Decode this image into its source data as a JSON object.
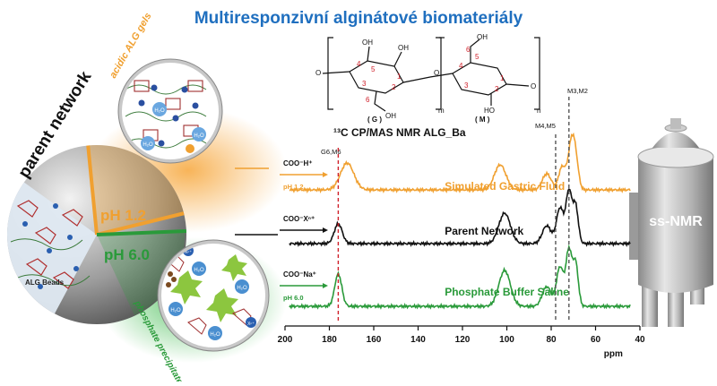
{
  "header": {
    "title": "Multiresponzivní alginátové biomateriály"
  },
  "sphere": {
    "main_label": "parent network",
    "acidic_label": "acidic ALG gels",
    "ph_acid": "pH 1.2",
    "ph_neutral": "pH 6.0",
    "beads_label": "ALG Beads",
    "precip_label": "phosphate precipitates",
    "h2o": "H₂O",
    "ion_label": "Xⁿ⁺"
  },
  "structure": {
    "unit_g": "( G )",
    "unit_m": "( M )",
    "sub_m": "m",
    "sub_n": "n",
    "oh": "OH",
    "oh_left": "HO",
    "o": "O",
    "carbon_numbers": [
      "1",
      "2",
      "3",
      "4",
      "5",
      "6"
    ]
  },
  "nmr": {
    "title": "¹³C CP/MAS NMR ALG_Ba",
    "peak_labels": {
      "g6m6": "G6,M6",
      "m4m5": "M4,M5",
      "m3m2": "M3,M2"
    },
    "spectra": [
      {
        "name": "Simulated Gastric Fluid",
        "counterion": "COO⁻H⁺",
        "ph": "pH 1.2",
        "color": "#f0a030"
      },
      {
        "name": "Parent Network",
        "counterion": "COO⁻Xⁿ⁺",
        "ph": "",
        "color": "#111111"
      },
      {
        "name": "Phosphate Buffer Saline",
        "counterion": "COO⁻Na⁺",
        "ph": "pH 6.0",
        "color": "#2a9a3a"
      }
    ],
    "x_axis": {
      "ticks": [
        "200",
        "180",
        "160",
        "140",
        "120",
        "100",
        "80",
        "60",
        "40"
      ],
      "unit": "ppm"
    }
  },
  "instrument": {
    "label": "ss-NMR"
  },
  "colors": {
    "title_blue": "#1f6fbf",
    "orange": "#f0a030",
    "green": "#2a9a3a",
    "red_dash": "#d0202a"
  }
}
